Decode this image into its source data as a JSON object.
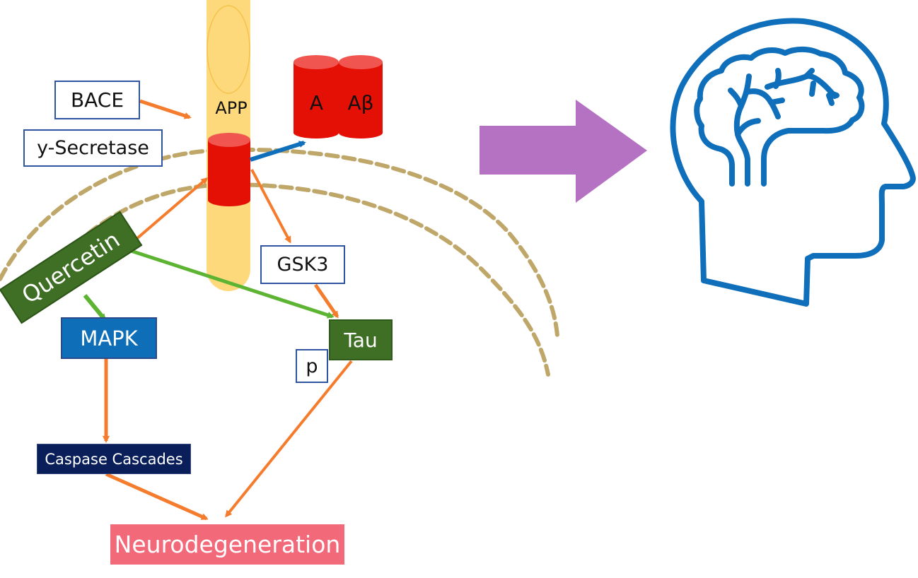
{
  "title": "Quercetin mechanism in Alzheimer's-related neurodegeneration pathway",
  "colors": {
    "activation_arrow": "#f47c2c",
    "quercetin_arrow": "#5db432",
    "cleavage_arrow": "#0f6fba",
    "membrane_dashes": "#bfa76a",
    "app_body": "#fdd97c",
    "cylinder": "#e41006",
    "cylinder_top": "#f0554f",
    "big_arrow": "#b571c2",
    "brain_icon": "#0f6fba"
  },
  "nodes": {
    "bace": "BACE",
    "gamma_secretase": "y-Secretase",
    "app": "APP",
    "abeta_left": "A",
    "abeta_right": "Aβ",
    "gsk3": "GSK3",
    "tau": "Tau",
    "phospho": "p",
    "quercetin": "Quercetin",
    "mapk": "MAPK",
    "caspase": "Caspase Cascades",
    "neurodegeneration": "Neurodegeneration"
  },
  "edges": [
    {
      "from": "BACE",
      "to": "APP",
      "type": "activation"
    },
    {
      "from": "Quercetin",
      "to": "APP",
      "type": "activation"
    },
    {
      "from": "APP",
      "to": "Aβ",
      "type": "cleavage"
    },
    {
      "from": "APP",
      "to": "GSK3",
      "type": "activation"
    },
    {
      "from": "GSK3",
      "to": "Tau",
      "type": "activation"
    },
    {
      "from": "Quercetin",
      "to": "Tau",
      "type": "quercetin"
    },
    {
      "from": "Quercetin",
      "to": "MAPK",
      "type": "quercetin"
    },
    {
      "from": "MAPK",
      "to": "Caspase Cascades",
      "type": "activation"
    },
    {
      "from": "Caspase Cascades",
      "to": "Neurodegeneration",
      "type": "activation"
    },
    {
      "from": "Tau",
      "to": "Neurodegeneration",
      "type": "activation"
    }
  ],
  "icons": {
    "big_arrow": "right-arrow",
    "head": "head-with-brain"
  }
}
